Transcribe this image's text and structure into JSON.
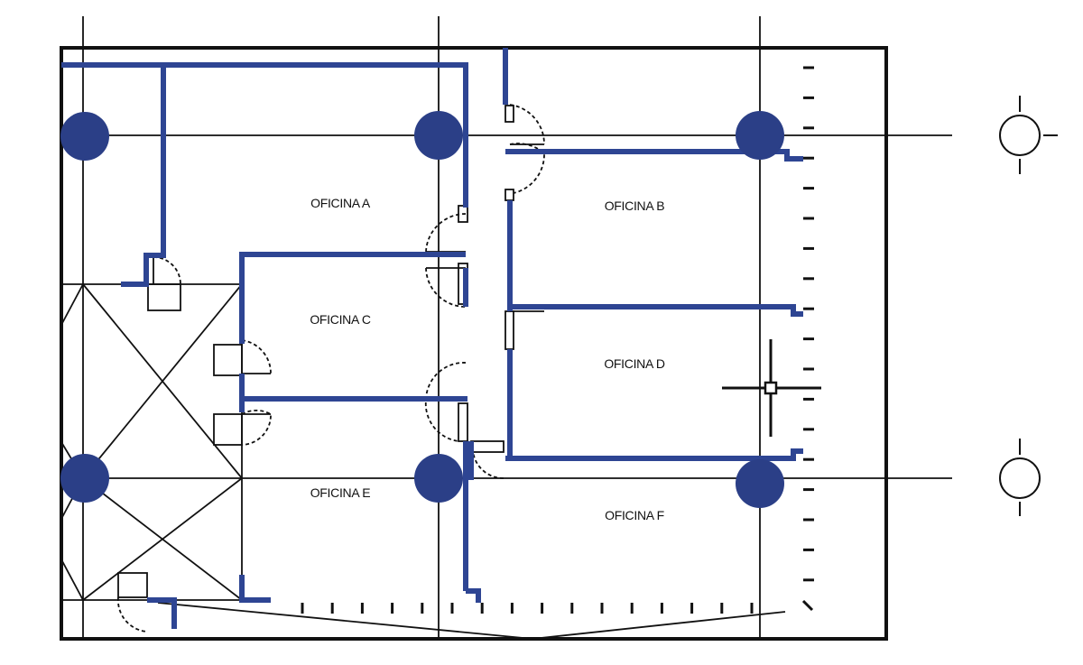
{
  "colors": {
    "wall": "#2e4593",
    "column": "#2b3f87",
    "line": "#111111",
    "background": "#ffffff"
  },
  "rooms": [
    {
      "id": "a",
      "label": "OFICINA A"
    },
    {
      "id": "b",
      "label": "OFICINA B"
    },
    {
      "id": "c",
      "label": "OFICINA C"
    },
    {
      "id": "d",
      "label": "OFICINA D"
    },
    {
      "id": "e",
      "label": "OFICINA E"
    },
    {
      "id": "f",
      "label": "OFICINA F"
    }
  ],
  "grid_markers": [
    {
      "id": "1",
      "label": ""
    },
    {
      "id": "2",
      "label": ""
    }
  ],
  "icons": {
    "columns": "column-icon",
    "doors": "door-swing-icon",
    "markers": "grid-axis-marker-icon",
    "crosshair": "crosshair-icon"
  }
}
